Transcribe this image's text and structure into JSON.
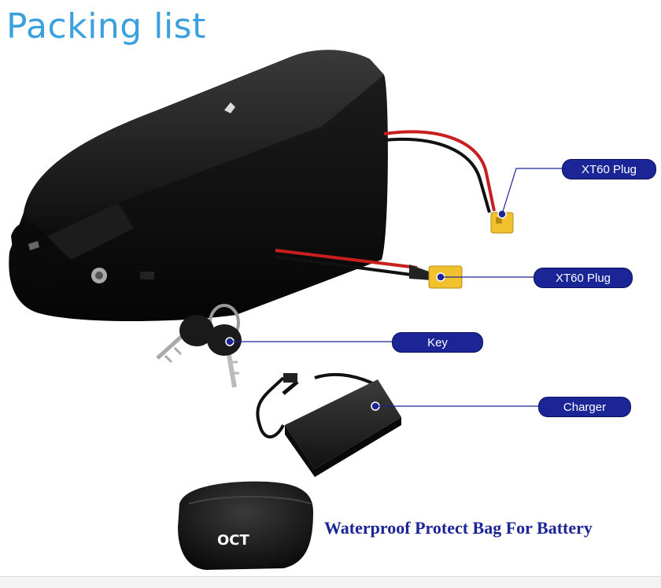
{
  "title": "Packing list",
  "labels": {
    "plug_1": "XT60 Plug",
    "plug_2": "XT60 Plug",
    "key": "Key",
    "charger": "Charger"
  },
  "bag_caption": "Waterproof Protect Bag For Battery",
  "bag_logo": "OCT",
  "colors": {
    "title": "#3aa0e0",
    "label_bg": "#1c2596",
    "connector": "#f2c12e",
    "battery": "#161616"
  }
}
